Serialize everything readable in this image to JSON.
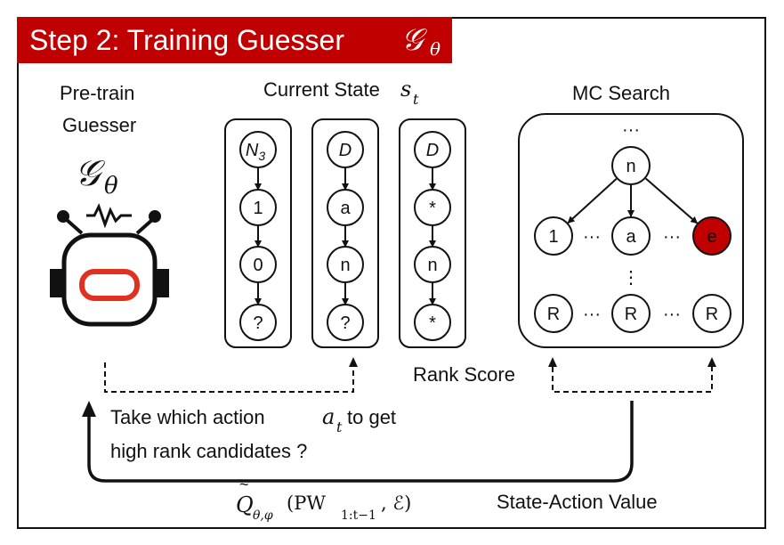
{
  "title": {
    "text": "Step 2: Training Guesser",
    "symbol": "𝒢",
    "symbol_sub": "θ"
  },
  "pretrain": {
    "line1": "Pre-train",
    "line2": "Guesser",
    "symbol": "𝒢",
    "symbol_sub": "θ"
  },
  "current_state": {
    "label": "Current State",
    "var": "s",
    "var_sub": "t"
  },
  "mc_search": {
    "label": "MC Search"
  },
  "chains": [
    {
      "nodes": [
        "N3",
        "1",
        "0",
        "?"
      ]
    },
    {
      "nodes": [
        "D",
        "a",
        "n",
        "?"
      ]
    },
    {
      "nodes": [
        "D",
        "*",
        "n",
        "*"
      ]
    }
  ],
  "tree": {
    "top_dots": "···",
    "root": "n",
    "children": [
      "1",
      "a",
      "e"
    ],
    "mid_dots": "⋮",
    "leaves": [
      "R",
      "R",
      "R"
    ],
    "h_dots": "···",
    "highlight_color": "#c00000"
  },
  "rank_score": "Rank Score",
  "action_text": {
    "line1_a": "Take which  action ",
    "var": "a",
    "var_sub": "t",
    "line1_b": " to get",
    "line2": "high rank candidates ?"
  },
  "q_label": {
    "text": "Q",
    "sub": "θ,φ",
    "args_open": "(PW",
    "args_sub": "1:t−1",
    "args_close": ", ℰ)"
  },
  "state_action_value": "State-Action Value",
  "colors": {
    "accent": "#c00000",
    "robot_accent": "#e03020"
  }
}
